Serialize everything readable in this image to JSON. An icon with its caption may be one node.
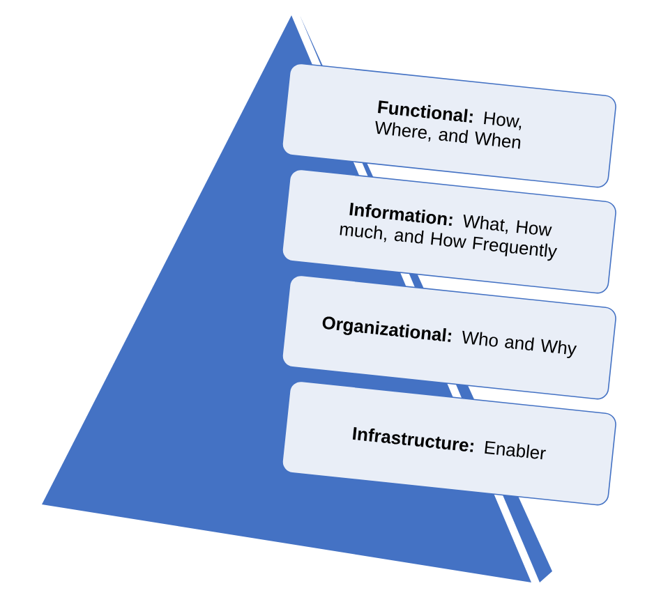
{
  "diagram": {
    "nodes": [
      {
        "text": [
          "**Functional:** How, Where, and When"
        ]
      },
      {
        "text": [
          "**Information:** What, How much, and How Frequently"
        ]
      },
      {
        "text": [
          "**Organizational:** Who and Why"
        ]
      },
      {
        "text": [
          "**Infrastructure:** Enabler"
        ]
      }
    ]
  }
}
